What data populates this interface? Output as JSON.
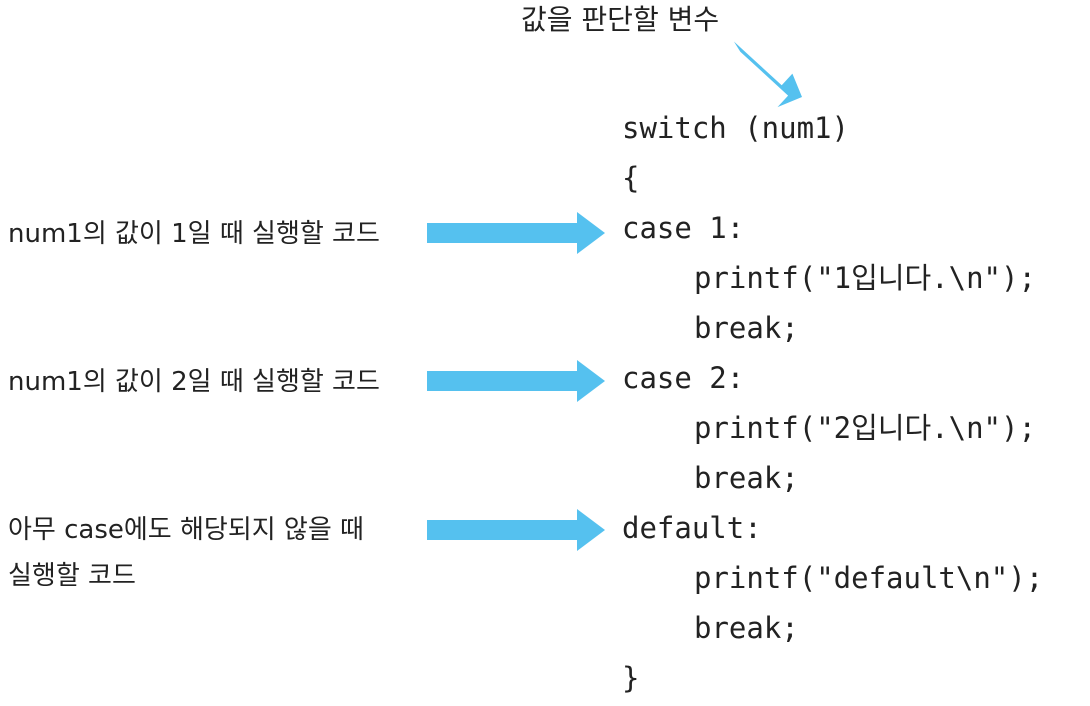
{
  "annotations": {
    "switch_variable": "값을 판단할 변수",
    "case1": "num1의 값이 1일 때 실행할 코드",
    "case2": "num1의 값이 2일 때 실행할 코드",
    "default_line1": "아무 case에도 해당되지 않을 때",
    "default_line2": "실행할 코드"
  },
  "code": {
    "lines": [
      "switch (num1)",
      "{",
      "case 1:",
      "printf(\"1입니다.\\n\");",
      "break;",
      "case 2:",
      "printf(\"2입니다.\\n\");",
      "break;",
      "default:",
      "printf(\"default\\n\");",
      "break;",
      "}"
    ]
  },
  "colors": {
    "arrow": "#55c1ef",
    "text": "#222222"
  }
}
